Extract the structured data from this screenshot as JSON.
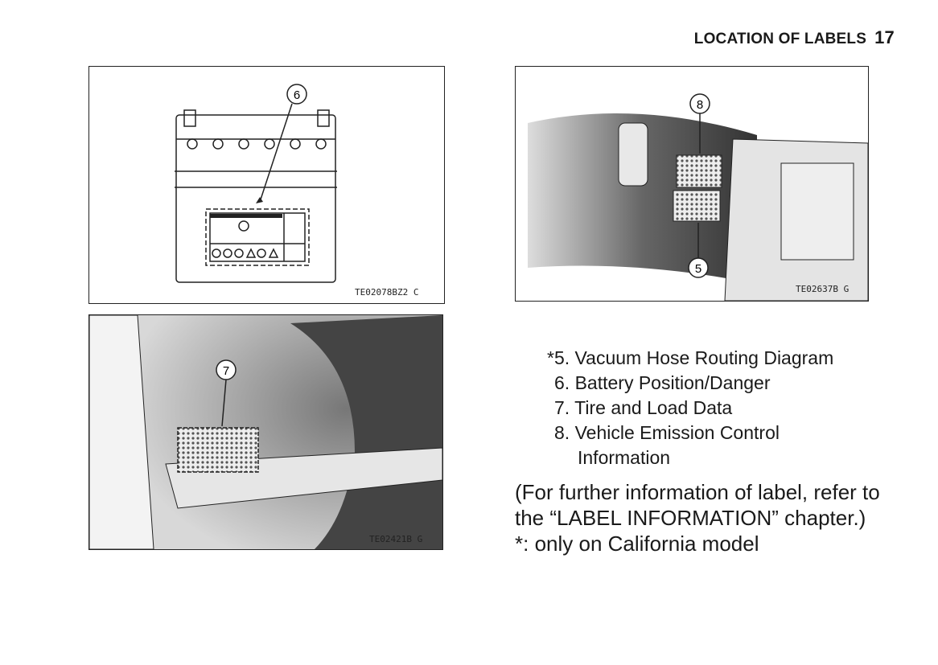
{
  "header": {
    "title": "LOCATION OF LABELS",
    "page_number": "17"
  },
  "figures": [
    {
      "code": "TE02078BZ2  C",
      "callouts": [
        "6"
      ]
    },
    {
      "code": "TE02421B  G",
      "callouts": [
        "7"
      ]
    },
    {
      "code": "TE02637B  G",
      "callouts": [
        "8",
        "5"
      ]
    }
  ],
  "legend": [
    {
      "num": "*5.",
      "text": "Vacuum Hose Routing Diagram"
    },
    {
      "num": "6.",
      "text": "Battery Position/Danger"
    },
    {
      "num": "7.",
      "text": "Tire and Load Data"
    },
    {
      "num": "8.",
      "text": "Vehicle Emission Control",
      "cont": "Information"
    }
  ],
  "note": {
    "line1": "(For further information of label, refer to",
    "line2": "the “LABEL INFORMATION” chapter.)",
    "line3": "*:  only on California model"
  }
}
